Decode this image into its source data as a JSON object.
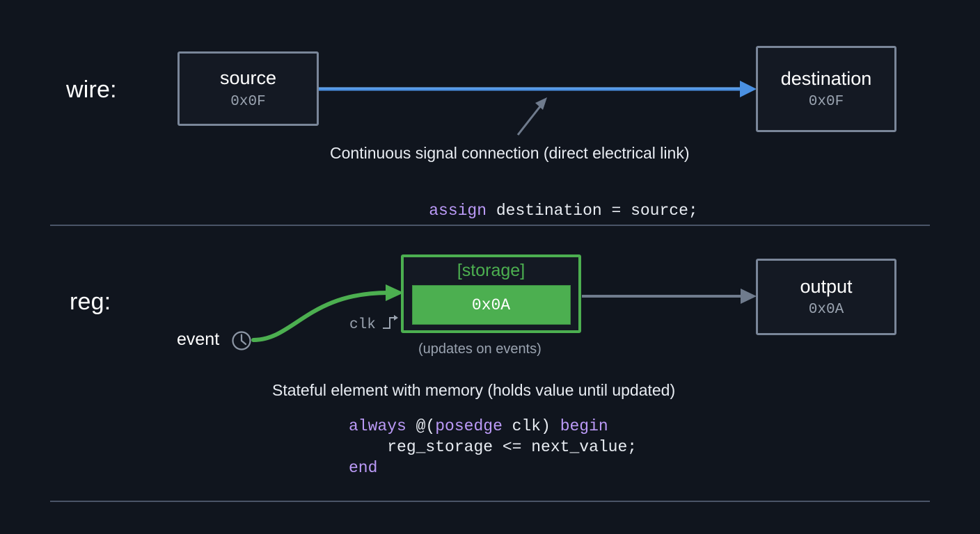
{
  "theme": {
    "background": "#10151e",
    "box_border": "#7a8699",
    "wire_blue": "#4a90e2",
    "accent_green": "#4caf50",
    "keyword_purple": "#bb9af7",
    "text_primary": "#ffffff",
    "text_muted": "#9aa3b0",
    "divider": "#4a5467"
  },
  "wire_section": {
    "label": "wire:",
    "source_box": {
      "name": "source",
      "value": "0x0F"
    },
    "destination_box": {
      "name": "destination",
      "value": "0x0F"
    },
    "caption": "Continuous signal connection (direct electrical link)",
    "code": {
      "keyword": "assign",
      "rest": " destination = source;"
    },
    "pointer_icon": "arrow-up-right-icon",
    "connector_icon": "blue-signal-arrow-icon"
  },
  "reg_section": {
    "label": "reg:",
    "event": {
      "label": "event",
      "icon": "clock-icon"
    },
    "clk": {
      "label": "clk",
      "edge_icon": "rising-edge-icon"
    },
    "storage_box": {
      "title": "[storage]",
      "value": "0x0A",
      "note": "(updates on events)"
    },
    "output_box": {
      "name": "output",
      "value": "0x0A"
    },
    "caption": "Stateful element with memory (holds value until updated)",
    "code_lines": [
      {
        "indent": 0,
        "tokens": [
          {
            "t": "always",
            "kw": true
          },
          {
            "t": " @(",
            "kw": false
          },
          {
            "t": "posedge",
            "kw": true
          },
          {
            "t": " clk) ",
            "kw": false
          },
          {
            "t": "begin",
            "kw": true
          }
        ]
      },
      {
        "indent": 1,
        "tokens": [
          {
            "t": "reg_storage <= next_value;",
            "kw": false
          }
        ]
      },
      {
        "indent": 0,
        "tokens": [
          {
            "t": "end",
            "kw": true
          }
        ]
      }
    ],
    "connector_icon": "green-event-arrow-icon",
    "output_connector_icon": "gray-output-arrow-icon"
  }
}
